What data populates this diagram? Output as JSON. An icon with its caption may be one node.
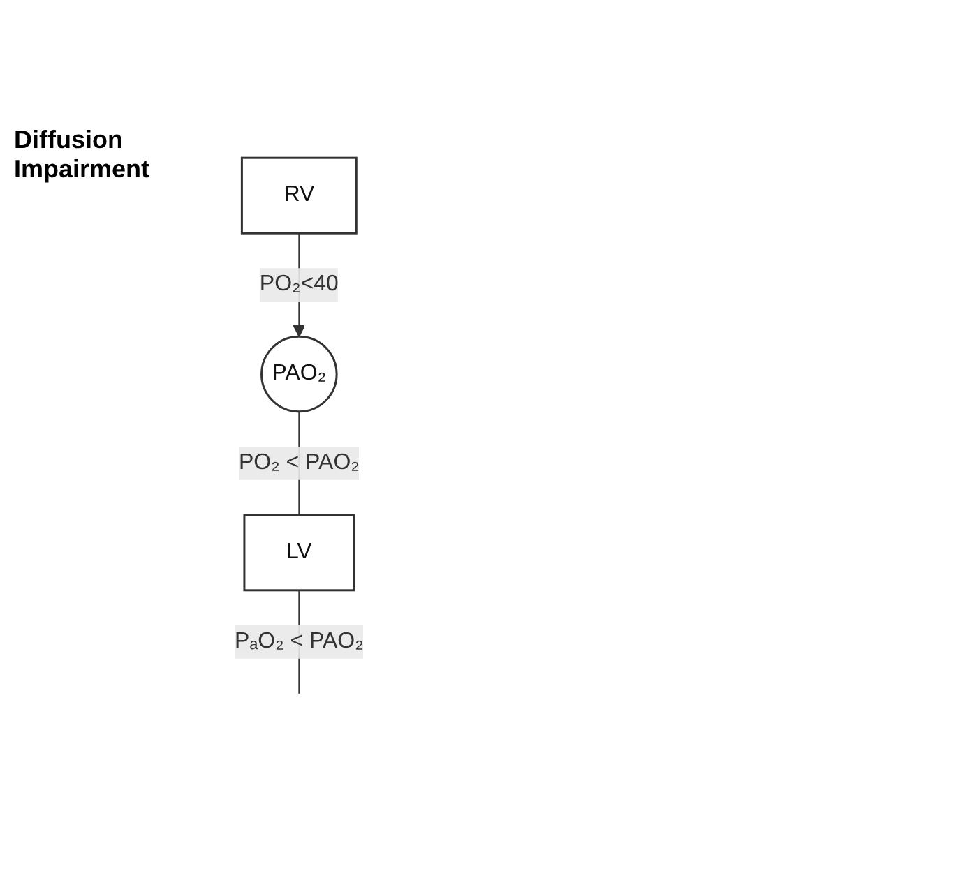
{
  "diagram": {
    "title": "Diffusion Impairment",
    "nodes": [
      {
        "text": [
          "PAO₂"
        ]
      },
      {
        "text": [
          "RV"
        ]
      },
      {
        "text": [
          "LV"
        ]
      }
    ],
    "edges": [
      {
        "from": 1,
        "to": 0,
        "arrow": "to",
        "label": "PO₂<40"
      },
      {
        "from": 0,
        "to": 2,
        "arrow": "none",
        "label": "PO₂ < PAO₂"
      },
      {
        "from": 2,
        "to": null,
        "arrow": "none",
        "label": "PₐO₂ < PAO₂"
      }
    ]
  }
}
